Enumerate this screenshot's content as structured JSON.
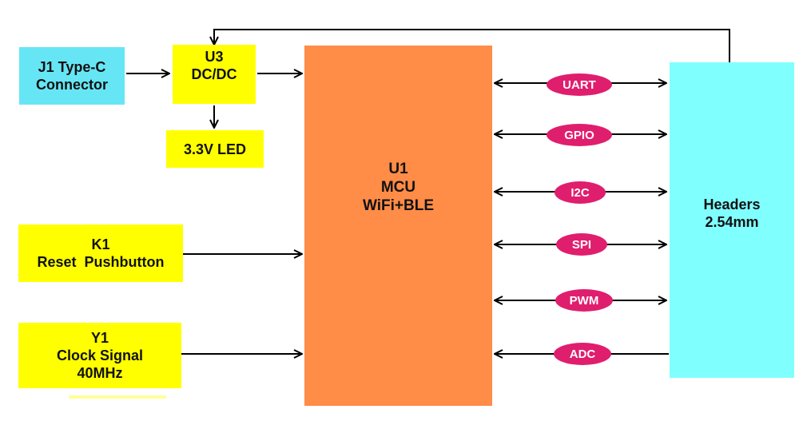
{
  "blocks": {
    "j1": {
      "line1": "J1 Type-C",
      "line2": "Connector",
      "color": "#66e6f5"
    },
    "u3": {
      "line1": "U3",
      "line2": "DC/DC",
      "color": "#ffff00"
    },
    "led": {
      "label": "3.3V LED",
      "color": "#ffff00"
    },
    "k1": {
      "line1": "K1",
      "line2": "Reset  Pushbutton",
      "color": "#ffff00"
    },
    "y1": {
      "line1": "Y1",
      "line2": "Clock Signal",
      "line3": "40MHz",
      "color": "#ffff00"
    },
    "u1": {
      "line1": "U1",
      "line2": "MCU",
      "line3": "WiFi+BLE",
      "color": "#ff8c47"
    },
    "headers": {
      "line1": "Headers",
      "line2": "2.54mm",
      "color": "#80ffff"
    }
  },
  "buses": {
    "uart": "UART",
    "gpio": "GPIO",
    "i2c": "I2C",
    "spi": "SPI",
    "pwm": "PWM",
    "adc": "ADC",
    "pill_color": "#e01e6e"
  }
}
